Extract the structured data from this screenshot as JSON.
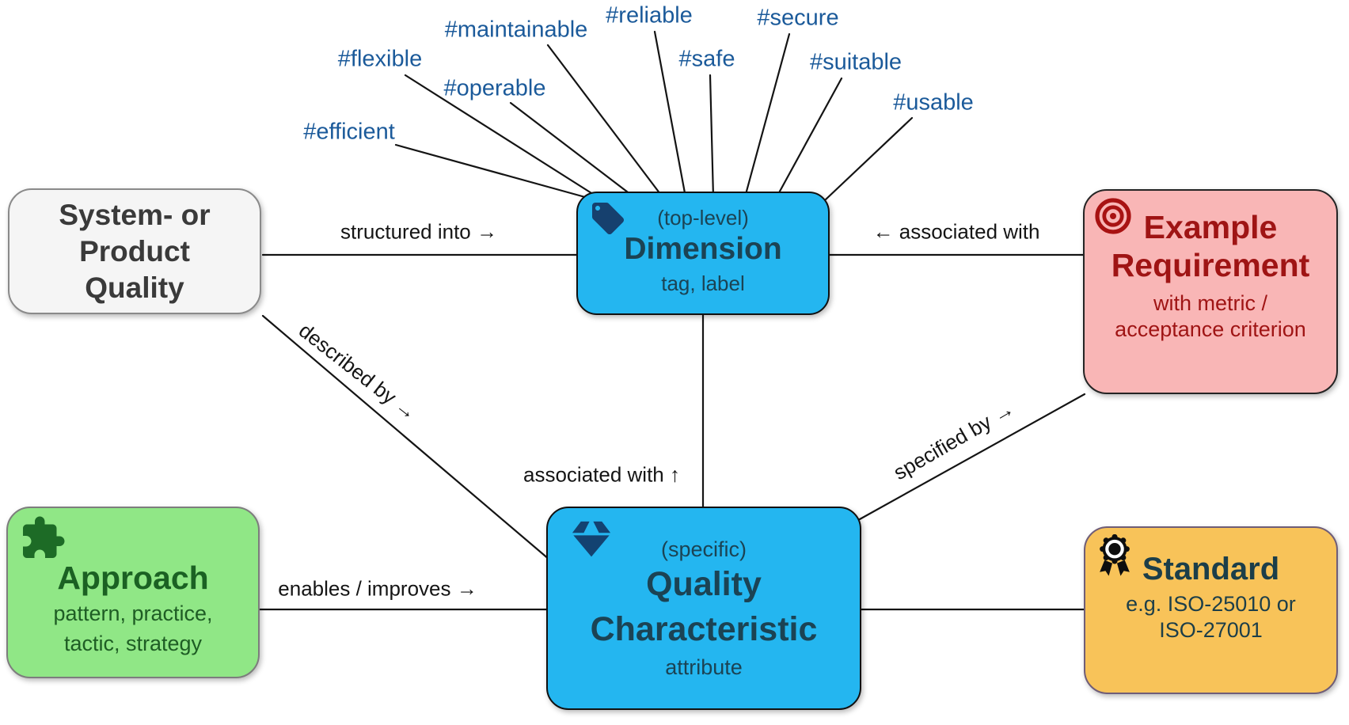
{
  "nodes": {
    "system_quality": {
      "lines": [
        "System- or",
        "Product",
        "Quality"
      ]
    },
    "dimension": {
      "pre": "(top-level)",
      "title": "Dimension",
      "sub": "tag, label",
      "icon": "tag-icon"
    },
    "example_requirement": {
      "title": "Example Requirement",
      "sub": "with metric / acceptance criterion",
      "icon": "target-icon"
    },
    "approach": {
      "title": "Approach",
      "sub": "pattern, practice, tactic, strategy",
      "icon": "puzzle-icon"
    },
    "quality_characteristic": {
      "pre": "(specific)",
      "title": "Quality Characteristic",
      "sub": "attribute",
      "icon": "gem-icon"
    },
    "standard": {
      "title": "Standard",
      "sub": "e.g. ISO-25010 or ISO-27001",
      "icon": "award-icon"
    }
  },
  "edges": {
    "structured_into": "structured into →",
    "associated_with_requirement": "← associated with",
    "associated_with_dimension": "associated with ↑",
    "described_by": "described by →",
    "enables_improves": "enables / improves →",
    "specified_by": "specified by →"
  },
  "hashtags": [
    "#efficient",
    "#flexible",
    "#operable",
    "#maintainable",
    "#reliable",
    "#safe",
    "#secure",
    "#suitable",
    "#usable"
  ],
  "colors": {
    "node_blue": "#24b6f0",
    "node_pink": "#f9b6b6",
    "node_green": "#90e786",
    "node_orange": "#f8c359",
    "node_gray": "#f5f5f5",
    "blue_box_text": "#1b4354",
    "red_text": "#9f1414",
    "green_text": "#1b6123",
    "teal_text": "#1c3e49",
    "hashtag_blue": "#1b5a9a",
    "line": "#141414"
  }
}
